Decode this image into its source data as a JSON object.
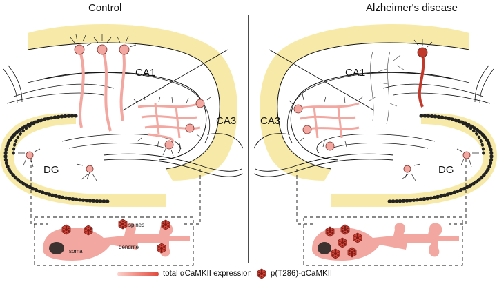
{
  "titles": {
    "left": "Control",
    "right": "Alzheimer's disease"
  },
  "regions": {
    "left": {
      "ca1": "CA1",
      "ca3": "CA3",
      "dg": "DG"
    },
    "right": {
      "ca1": "CA1",
      "ca3": "CA3",
      "dg": "DG"
    }
  },
  "inset_labels": {
    "spines": "spines",
    "soma": "soma",
    "dendrite": "dendrite"
  },
  "legend": {
    "expression_label": "total αCaMKII expression",
    "phospho_label": "p(T286)-αCaMKII"
  },
  "colors": {
    "hippocampus_fill": "#f7eaa8",
    "neuron_fill": "#f2a7a0",
    "neuron_dark": "#c0392b",
    "outline": "#111111"
  }
}
